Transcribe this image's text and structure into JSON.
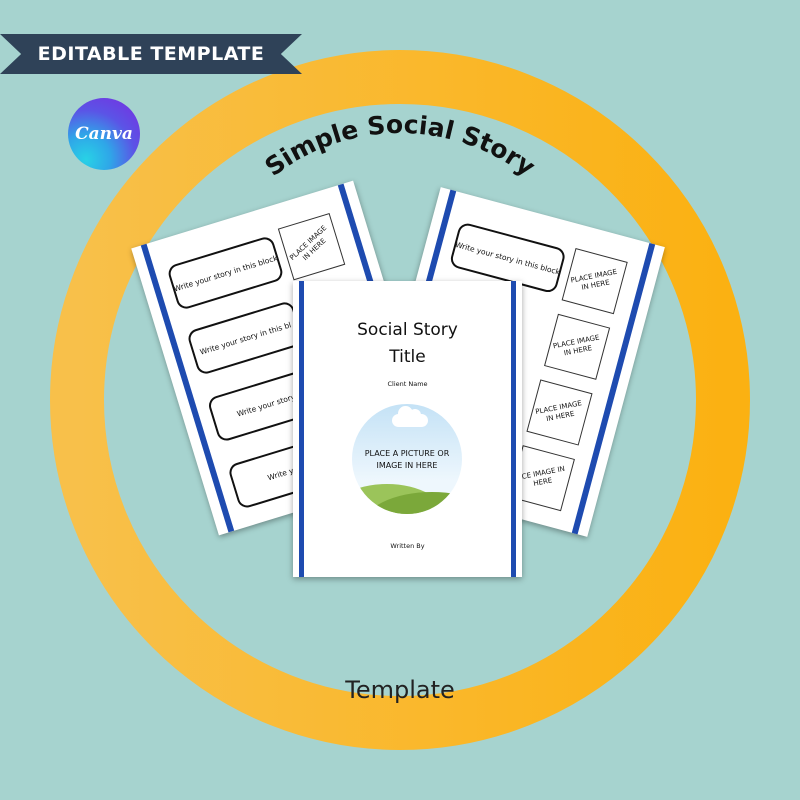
{
  "banner": {
    "label": "EDITABLE TEMPLATE"
  },
  "logo": {
    "label": "Canva"
  },
  "heading": "Simple Social Story",
  "footer": "Template",
  "colors": {
    "background": "#a6d3cf",
    "ring": "#fbb616",
    "banner": "#2f4258",
    "page_bar": "#1e4bb0"
  },
  "left_page": {
    "story_blocks": [
      "Write your story in this block",
      "Write your story in this bl",
      "Write your story",
      "Write your"
    ],
    "image_box": "PLACE IMAGE IN HERE"
  },
  "right_page": {
    "story_blocks": [
      "Write your story in this block"
    ],
    "image_boxes": [
      "PLACE IMAGE IN HERE",
      "PLACE IMAGE IN HERE",
      "PLACE IMAGE IN HERE",
      "ACE IMAGE IN HERE"
    ]
  },
  "cover": {
    "title_line1": "Social Story",
    "title_line2": "Title",
    "client_name": "Client Name",
    "picture_line1": "PLACE A PICTURE OR",
    "picture_line2": "IMAGE IN HERE",
    "written_by": "Written By"
  }
}
